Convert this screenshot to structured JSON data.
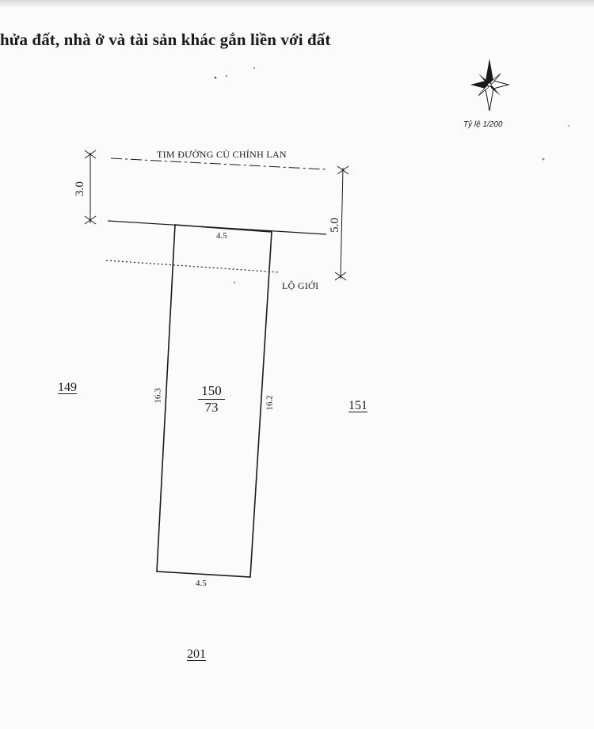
{
  "document": {
    "heading": "hửa đất, nhà ở và tài sản khác gắn liền với đất",
    "scale_label": "Tỷ lệ 1/200",
    "compass": "compass-rose-icon"
  },
  "plan": {
    "road_center_label": "TIM ĐƯỜNG CÙ CHÍNH LAN",
    "boundary_label": "LỘ GIỚI",
    "dimensions": {
      "top_width": "4.5",
      "bottom_width": "4.5",
      "left_length": "16.3",
      "right_length": "16.2",
      "road_offset": "3.0",
      "boundary_offset": "5.0"
    },
    "parcel": {
      "number": "150",
      "area": "73"
    },
    "neighbors": {
      "left": "149",
      "right": "151",
      "bottom": "201"
    }
  },
  "colors": {
    "ink": "#1a1a1a",
    "paper": "#fbfbfb"
  }
}
